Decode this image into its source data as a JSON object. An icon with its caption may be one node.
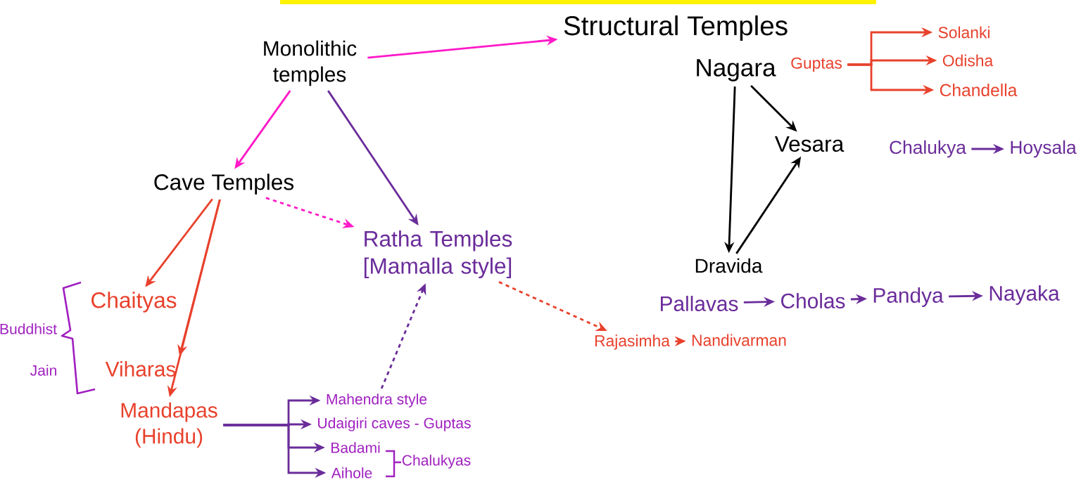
{
  "diagram": {
    "nodes": [
      {
        "text": [
          "Monolithic temples"
        ]
      },
      {
        "text": [
          "Structural Temples"
        ]
      },
      {
        "text": [
          "Cave Temples"
        ]
      },
      {
        "text": [
          "Ratha Temples",
          "[Mamalla style]"
        ]
      },
      {
        "text": [
          "Chaityas"
        ]
      },
      {
        "text": [
          "Viharas"
        ]
      },
      {
        "text": [
          "Mandapas (Hindu)"
        ]
      },
      {
        "text": [
          "Mahendra style"
        ]
      },
      {
        "text": [
          "Udaigiri caves - Guptas"
        ]
      },
      {
        "text": [
          "Badami"
        ]
      },
      {
        "text": [
          "Aihole"
        ]
      },
      {
        "text": [
          "Nagara"
        ]
      },
      {
        "text": [
          "Vesara"
        ]
      },
      {
        "text": [
          "Dravida"
        ]
      },
      {
        "text": [
          "Guptas"
        ]
      },
      {
        "text": [
          "Solanki"
        ]
      },
      {
        "text": [
          "Odisha"
        ]
      },
      {
        "text": [
          "Chandella"
        ]
      },
      {
        "text": [
          "Chalukya"
        ]
      },
      {
        "text": [
          "Hoysala"
        ]
      },
      {
        "text": [
          "Pallavas"
        ]
      },
      {
        "text": [
          "Cholas"
        ]
      },
      {
        "text": [
          "Pandya"
        ]
      },
      {
        "text": [
          "Nayaka"
        ]
      },
      {
        "text": [
          "Rajasimha"
        ]
      },
      {
        "text": [
          "Nandivarman"
        ]
      }
    ],
    "edges": [
      {
        "from": 0,
        "to": 1,
        "arrow": "to",
        "color": "#ff19c8"
      },
      {
        "from": 0,
        "to": 2,
        "arrow": "to",
        "color": "#ff19c8"
      },
      {
        "from": 0,
        "to": 3,
        "arrow": "to"
      },
      {
        "from": 2,
        "to": 3,
        "arrow": "to",
        "style": "dashed",
        "color": "#ff19c8"
      },
      {
        "from": 2,
        "to": 4,
        "arrow": "to",
        "color": "#e8412c"
      },
      {
        "from": 2,
        "to": 5,
        "arrow": "to",
        "color": "#e8412c"
      },
      {
        "from": 2,
        "to": 6,
        "arrow": "to",
        "color": "#e8412c"
      },
      {
        "from": 6,
        "to": 7,
        "arrow": "to"
      },
      {
        "from": 6,
        "to": 8,
        "arrow": "to"
      },
      {
        "from": 6,
        "to": 9,
        "arrow": "to"
      },
      {
        "from": 6,
        "to": 10,
        "arrow": "to"
      },
      {
        "from": 7,
        "to": 3,
        "arrow": "to",
        "style": "dashed"
      },
      {
        "from": 3,
        "to": 24,
        "arrow": "to",
        "style": "dashed",
        "color": "#e8412c"
      },
      {
        "from": 24,
        "to": 25,
        "arrow": "to",
        "color": "#e8412c"
      },
      {
        "from": 11,
        "to": 12,
        "arrow": "to",
        "color": "#000000"
      },
      {
        "from": 11,
        "to": 13,
        "arrow": "to",
        "color": "#000000"
      },
      {
        "from": 13,
        "to": 12,
        "arrow": "to",
        "color": "#000000"
      },
      {
        "from": 14,
        "to": 15,
        "arrow": "to",
        "color": "#e8412c"
      },
      {
        "from": 14,
        "to": 16,
        "arrow": "to",
        "color": "#e8412c"
      },
      {
        "from": 14,
        "to": 17,
        "arrow": "to",
        "color": "#e8412c"
      },
      {
        "from": 18,
        "to": 19,
        "arrow": "to"
      },
      {
        "from": 20,
        "to": 21,
        "arrow": "to"
      },
      {
        "from": 21,
        "to": 22,
        "arrow": "to"
      },
      {
        "from": 22,
        "to": 23,
        "arrow": "to"
      }
    ],
    "labels": [
      "Buddhist",
      "Jain",
      "Chalukyas"
    ]
  }
}
